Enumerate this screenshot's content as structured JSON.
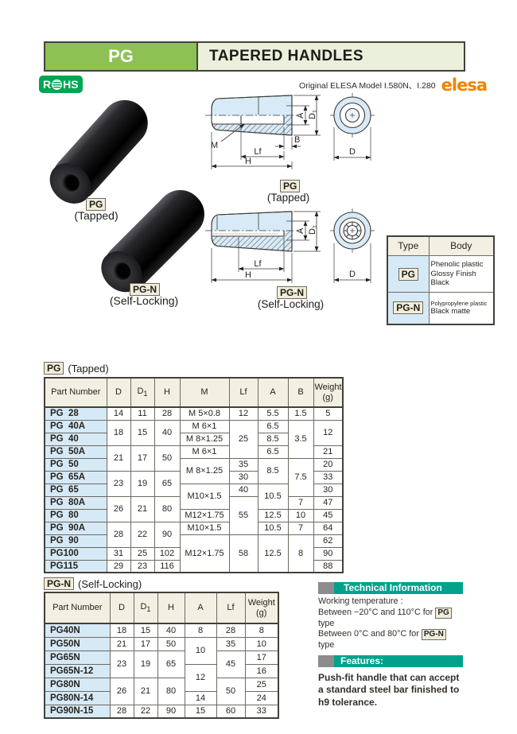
{
  "header": {
    "code": "PG",
    "title": "TAPERED HANDLES"
  },
  "brandline": {
    "rohs_r": "R",
    "rohs_hs": "HS",
    "original": "Original ELESA Model I.580N、I.280",
    "brand": "elesa"
  },
  "photos": {
    "pg": {
      "badge": "PG",
      "caption": "(Tapped)"
    },
    "pgn": {
      "badge": "PG-N",
      "caption": "(Self-Locking)"
    }
  },
  "drawings": {
    "pg": {
      "badge": "PG",
      "caption": "(Tapped)",
      "labels": {
        "m": "M",
        "b": "B",
        "lf": "Lf",
        "h": "H",
        "a": "A",
        "d1": "D",
        "d1sub": "1",
        "d": "D"
      }
    },
    "pgn": {
      "badge": "PG-N",
      "caption": "(Self-Locking)",
      "labels": {
        "lf": "Lf",
        "h": "H",
        "a": "A",
        "d1": "D",
        "d1sub": "1",
        "d": "D"
      }
    }
  },
  "type_table": {
    "headers": {
      "type": "Type",
      "body": "Body"
    },
    "row1": {
      "type": "PG",
      "body": "Phenolic plastic\nGlossy Finish\nBlack"
    },
    "row2": {
      "type": "PG-N",
      "body_small": "Polypropylene plastic",
      "body": "Black matte"
    }
  },
  "pg_table": {
    "badge": "PG",
    "caption": "(Tapped)",
    "headers": [
      {
        "v": "Part Number"
      },
      {
        "v": "D"
      },
      {
        "v": "D",
        "sub": "1"
      },
      {
        "v": "H"
      },
      {
        "v": "M"
      },
      {
        "v": "Lf"
      },
      {
        "v": "A"
      },
      {
        "v": "B"
      },
      {
        "v": "Weight\n(g)"
      }
    ],
    "rows": [
      {
        "part": "PG  28",
        "cells": [
          {
            "v": "14"
          },
          {
            "v": "11"
          },
          {
            "v": "28"
          },
          {
            "v": "M 5×0.8"
          },
          {
            "v": "12"
          },
          {
            "v": "5.5"
          },
          {
            "v": "1.5"
          },
          {
            "v": "5"
          }
        ]
      },
      {
        "part": "PG  40A",
        "cells": [
          {
            "v": "18",
            "rs": 2
          },
          {
            "v": "15",
            "rs": 2
          },
          {
            "v": "40",
            "rs": 2
          },
          {
            "v": "M 6×1"
          },
          {
            "v": "25",
            "rs": 3
          },
          {
            "v": "6.5"
          },
          {
            "v": "3.5",
            "rs": 3
          },
          {
            "v": "12",
            "rs": 2
          }
        ]
      },
      {
        "part": "PG  40",
        "cells": [
          {
            "v": "M 8×1.25"
          },
          {
            "v": "8.5"
          }
        ]
      },
      {
        "part": "PG  50A",
        "cells": [
          {
            "v": "21",
            "rs": 2
          },
          {
            "v": "17",
            "rs": 2
          },
          {
            "v": "50",
            "rs": 2
          },
          {
            "v": "M 6×1"
          },
          {
            "v": "6.5"
          },
          {
            "v": "21"
          }
        ]
      },
      {
        "part": "PG  50",
        "cells": [
          {
            "v": "M 8×1.25",
            "rs": 2
          },
          {
            "v": "35"
          },
          {
            "v": "8.5",
            "rs": 2
          },
          {
            "v": "7.5",
            "rs": 3
          },
          {
            "v": "20"
          }
        ]
      },
      {
        "part": "PG  65A",
        "cells": [
          {
            "v": "23",
            "rs": 2
          },
          {
            "v": "19",
            "rs": 2
          },
          {
            "v": "65",
            "rs": 2
          },
          {
            "v": "30"
          },
          {
            "v": "33"
          }
        ]
      },
      {
        "part": "PG  65",
        "cells": [
          {
            "v": "M10×1.5",
            "rs": 2
          },
          {
            "v": "40"
          },
          {
            "v": "10.5",
            "rs": 2
          },
          {
            "v": "30"
          }
        ]
      },
      {
        "part": "PG  80A",
        "cells": [
          {
            "v": "26",
            "rs": 2
          },
          {
            "v": "21",
            "rs": 2
          },
          {
            "v": "80",
            "rs": 2
          },
          {
            "v": "55",
            "rs": 3
          },
          {
            "v": "7"
          },
          {
            "v": "47"
          }
        ]
      },
      {
        "part": "PG  80",
        "cells": [
          {
            "v": "M12×1.75"
          },
          {
            "v": "12.5"
          },
          {
            "v": "10"
          },
          {
            "v": "45"
          }
        ]
      },
      {
        "part": "PG  90A",
        "cells": [
          {
            "v": "28",
            "rs": 2
          },
          {
            "v": "22",
            "rs": 2
          },
          {
            "v": "90",
            "rs": 2
          },
          {
            "v": "M10×1.5"
          },
          {
            "v": "10.5"
          },
          {
            "v": "7"
          },
          {
            "v": "64"
          }
        ]
      },
      {
        "part": "PG  90",
        "cells": [
          {
            "v": "M12×1.75",
            "rs": 3
          },
          {
            "v": "58",
            "rs": 3
          },
          {
            "v": "12.5",
            "rs": 3
          },
          {
            "v": "8",
            "rs": 3
          },
          {
            "v": "62"
          }
        ]
      },
      {
        "part": "PG100",
        "cells": [
          {
            "v": "31"
          },
          {
            "v": "25"
          },
          {
            "v": "102"
          },
          {
            "v": "90"
          }
        ]
      },
      {
        "part": "PG115",
        "cells": [
          {
            "v": "29"
          },
          {
            "v": "23"
          },
          {
            "v": "116"
          },
          {
            "v": "88"
          }
        ]
      }
    ]
  },
  "pgn_table": {
    "badge": "PG-N",
    "caption": "(Self-Locking)",
    "headers": [
      {
        "v": "Part Number"
      },
      {
        "v": "D"
      },
      {
        "v": "D",
        "sub": "1"
      },
      {
        "v": "H"
      },
      {
        "v": "A"
      },
      {
        "v": "Lf"
      },
      {
        "v": "Weight\n(g)"
      }
    ],
    "rows": [
      {
        "part": "PG40N",
        "cells": [
          {
            "v": "18"
          },
          {
            "v": "15"
          },
          {
            "v": "40"
          },
          {
            "v": "8"
          },
          {
            "v": "28"
          },
          {
            "v": "8"
          }
        ]
      },
      {
        "part": "PG50N",
        "cells": [
          {
            "v": "21"
          },
          {
            "v": "17"
          },
          {
            "v": "50"
          },
          {
            "v": "10",
            "rs": 2
          },
          {
            "v": "35"
          },
          {
            "v": "10"
          }
        ]
      },
      {
        "part": "PG65N",
        "cells": [
          {
            "v": "23",
            "rs": 2
          },
          {
            "v": "19",
            "rs": 2
          },
          {
            "v": "65",
            "rs": 2
          },
          {
            "v": "45",
            "rs": 2
          },
          {
            "v": "17"
          }
        ]
      },
      {
        "part": "PG65N-12",
        "cells": [
          {
            "v": "12",
            "rs": 2
          },
          {
            "v": "16"
          }
        ]
      },
      {
        "part": "PG80N",
        "cells": [
          {
            "v": "26",
            "rs": 2
          },
          {
            "v": "21",
            "rs": 2
          },
          {
            "v": "80",
            "rs": 2
          },
          {
            "v": "50",
            "rs": 2
          },
          {
            "v": "25"
          }
        ]
      },
      {
        "part": "PG80N-14",
        "cells": [
          {
            "v": "14"
          },
          {
            "v": "24"
          }
        ]
      },
      {
        "part": "PG90N-15",
        "cells": [
          {
            "v": "28"
          },
          {
            "v": "22"
          },
          {
            "v": "90"
          },
          {
            "v": "15"
          },
          {
            "v": "60"
          },
          {
            "v": "33"
          }
        ]
      }
    ]
  },
  "tech_info": {
    "title": "Technical Information",
    "line1": "Working temperature :",
    "line2_pre": "Between −20°C and 110°C for ",
    "line2_badge": "PG",
    "line2_post": " type",
    "line3_pre": "Between 0°C and 80°C for ",
    "line3_badge": "PG-N",
    "line3_post": " type",
    "features_title": "Features:",
    "features_text": "Push-fit handle that can accept a standard steel bar finished to h9 tolerance."
  },
  "colors": {
    "accent_green": "#8dc153",
    "pale_green": "#eaf0dc",
    "teal": "#00a28c",
    "rohs_green": "#00a551",
    "elesa_orange": "#f08300",
    "light_blue": "#d6e9f6",
    "header_cream": "#f2f0e3",
    "drawing_fill": "#d8eaf8"
  }
}
